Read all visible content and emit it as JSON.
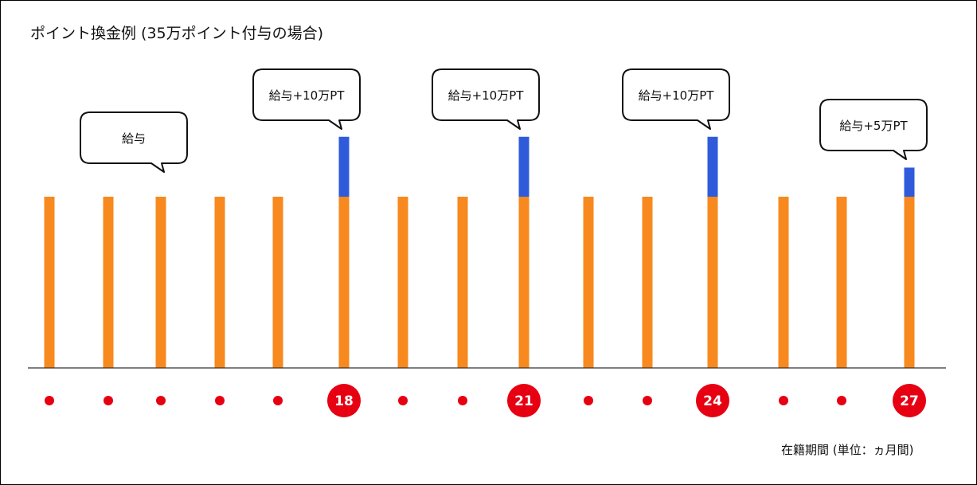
{
  "chart_data": {
    "type": "bar",
    "title": "ポイント換金例 (35万ポイント付与の場合)",
    "xlabel": "在籍期間 (単位：ヵ月間)",
    "ylabel": "",
    "categories": [
      "",
      "",
      "",
      "",
      "",
      "18",
      "",
      "",
      "21",
      "",
      "",
      "24",
      "",
      "",
      "27"
    ],
    "series": [
      {
        "values": [
          1,
          1,
          1,
          1,
          1,
          1,
          1,
          1,
          1,
          1,
          1,
          1,
          1,
          1,
          1
        ]
      },
      {
        "values": [
          0,
          0,
          0,
          0,
          0,
          0.35,
          0,
          0,
          0.35,
          0,
          0,
          0.35,
          0,
          0,
          0.17
        ]
      }
    ],
    "ylim": [
      0,
      1.5
    ],
    "annotations": [
      {
        "index": 2,
        "text": "給与"
      },
      {
        "index": 5,
        "text": "給与+10万PT"
      },
      {
        "index": 8,
        "text": "給与+10万PT"
      },
      {
        "index": 11,
        "text": "給与+10万PT"
      },
      {
        "index": 14,
        "text": "給与+5万PT"
      }
    ],
    "colors": {
      "salary": "#f7891e",
      "points": "#2f5bdb",
      "marker": "#e60012",
      "bubble_border": "#111111"
    },
    "grid": false
  }
}
